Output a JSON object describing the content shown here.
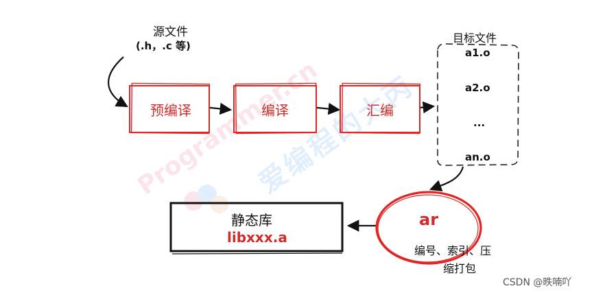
{
  "source_files": {
    "title": "源文件",
    "extensions": "(.h，.c 等)"
  },
  "pipeline": {
    "steps": [
      "预编译",
      "编译",
      "汇编"
    ]
  },
  "object_files": {
    "title": "目标文件",
    "items": [
      "a1.o",
      "a2.o",
      "...",
      "an.o"
    ]
  },
  "ar_tool": {
    "name": "ar",
    "description_line1": "编号、索引、压",
    "description_line2": "缩打包"
  },
  "static_library": {
    "title": "静态库",
    "filename": "libxxx.a"
  },
  "watermark": {
    "text": "Programmer.cn",
    "cn_text": "爱编程的大丙"
  },
  "footer": {
    "credit": "CSDN @昳喃吖"
  },
  "colors": {
    "accent_red": "#d32a2a",
    "outline_red": "#e02525",
    "black": "#111111",
    "watermark_pink": "#fbe5ea",
    "watermark_blue": "#e1eefb"
  }
}
